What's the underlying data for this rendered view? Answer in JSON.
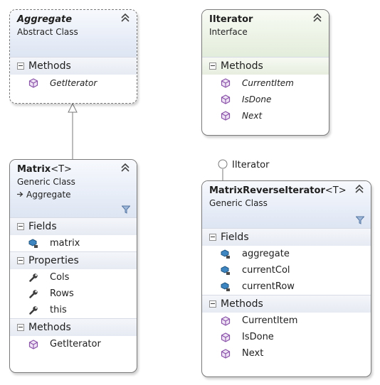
{
  "aggregate": {
    "name": "Aggregate",
    "kind": "Abstract Class",
    "sections": [
      {
        "label": "Methods",
        "items": [
          "GetIterator"
        ]
      }
    ]
  },
  "iiterator": {
    "name": "IIterator",
    "kind": "Interface",
    "sections": [
      {
        "label": "Methods",
        "items": [
          "CurrentItem",
          "IsDone",
          "Next"
        ]
      }
    ]
  },
  "matrix": {
    "name": "Matrix",
    "generic": "<T>",
    "kind": "Generic Class",
    "base": "Aggregate",
    "sections": [
      {
        "label": "Fields",
        "items": [
          "matrix"
        ]
      },
      {
        "label": "Properties",
        "items": [
          "Cols",
          "Rows",
          "this"
        ]
      },
      {
        "label": "Methods",
        "items": [
          "GetIterator"
        ]
      }
    ]
  },
  "reverse": {
    "name": "MatrixReverseIterator",
    "generic": "<T>",
    "kind": "Generic Class",
    "lollipop": "IIterator",
    "sections": [
      {
        "label": "Fields",
        "items": [
          "aggregate",
          "currentCol",
          "currentRow"
        ]
      },
      {
        "label": "Methods",
        "items": [
          "CurrentItem",
          "IsDone",
          "Next"
        ]
      }
    ]
  },
  "colors": {
    "method": "#8a52a8",
    "field": "#2f6f9f",
    "property": "#4a4a4a",
    "border": "#7a7a7a"
  },
  "icons": {
    "collapse": "chevron-up-double-icon",
    "filter": "filter-icon",
    "method": "method-cube-icon",
    "field": "field-icon",
    "property": "wrench-icon",
    "inherit": "arrow-right-icon"
  }
}
